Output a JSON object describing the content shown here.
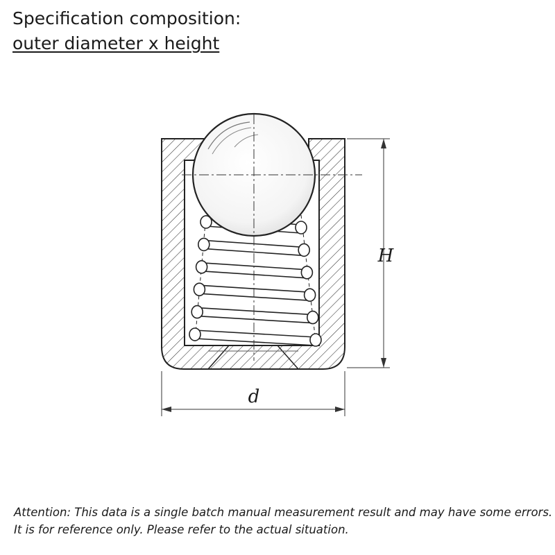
{
  "header": {
    "title": "Specification composition:",
    "subtitle": "outer diameter x height"
  },
  "diagram": {
    "dimension_height_label": "H",
    "dimension_diameter_label": "d",
    "spring_coil_count": 6
  },
  "footer": {
    "note_line1": "Attention: This data is a single batch manual measurement result and may have some errors.",
    "note_line2": "It is for reference only. Please refer to the actual situation."
  }
}
